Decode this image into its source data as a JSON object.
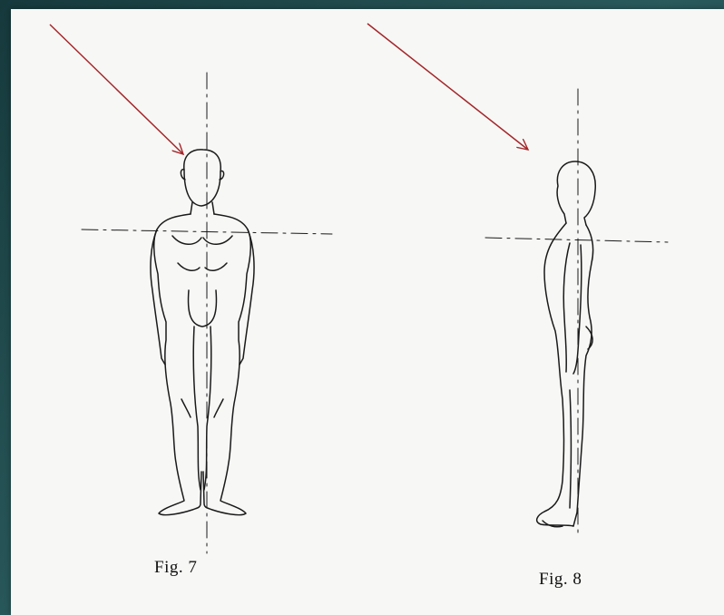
{
  "figures": [
    {
      "caption": "Fig. 7",
      "view": "front"
    },
    {
      "caption": "Fig. 8",
      "view": "side"
    }
  ],
  "colors": {
    "arrow": "#a3262a",
    "ink": "#1a1a1a",
    "paper": "#f7f7f5",
    "frame": "#1f4a4d"
  }
}
